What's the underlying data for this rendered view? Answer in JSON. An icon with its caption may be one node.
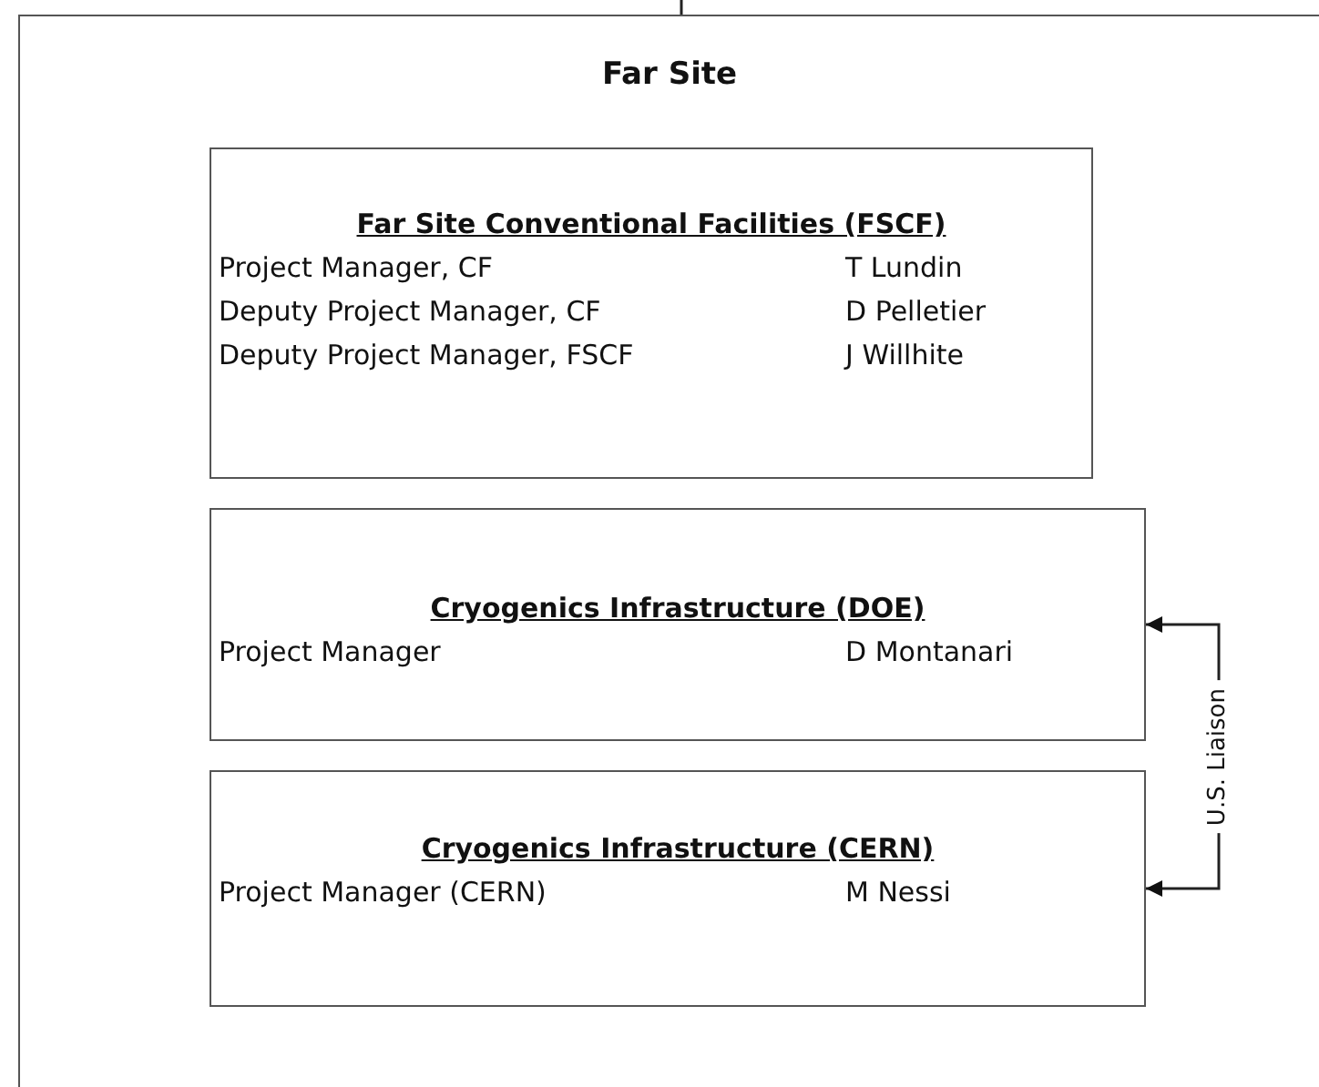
{
  "diagram": {
    "nodes": [
      {
        "text": [
          "Far Site"
        ]
      },
      {
        "text": [
          "Far Site Conventional Facilities (FSCF)",
          "Project Manager, CF",
          "T Lundin",
          "Deputy Project Manager, CF",
          "D Pelletier",
          "Deputy Project Manager, FSCF",
          "J Willhite"
        ],
        "in": 0
      },
      {
        "text": [
          "Cryogenics Infrastructure (DOE)",
          "Project Manager",
          "D Montanari"
        ],
        "in": 0
      },
      {
        "text": [
          "Cryogenics Infrastructure (CERN)",
          "Project Manager (CERN)",
          "M Nessi"
        ],
        "in": 0
      }
    ],
    "edges": [
      {
        "from": null,
        "to": 0,
        "arrow": "none"
      },
      {
        "from": 2,
        "to": 3,
        "arrow": "both",
        "label": "U.S. Liaison"
      }
    ]
  }
}
